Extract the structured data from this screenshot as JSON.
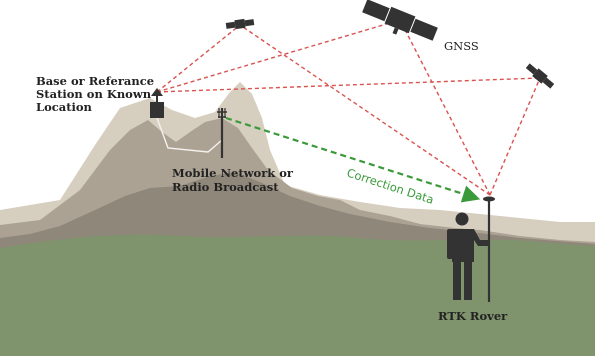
{
  "labels": {
    "gnss": "GNSS",
    "base_station": [
      "Base or Referance",
      "Station on Known",
      "Location"
    ],
    "mobile_network": [
      "Mobile Network or",
      "Radio Broadcast"
    ],
    "correction_data": "Correction Data",
    "rtk_rover": "RTK Rover"
  },
  "colors": {
    "signal_lines": "#d9534f",
    "correction_arrow": "#3a9a3a",
    "mountain_far": "#d6cfc0",
    "mountain_mid": "#aca294",
    "mountain_near": "#8f877a",
    "ground": "#7f946c",
    "satellite": "#333333"
  },
  "icons": [
    "satellite-icon",
    "base-station-icon",
    "antenna-tower-icon",
    "rover-person-icon"
  ]
}
